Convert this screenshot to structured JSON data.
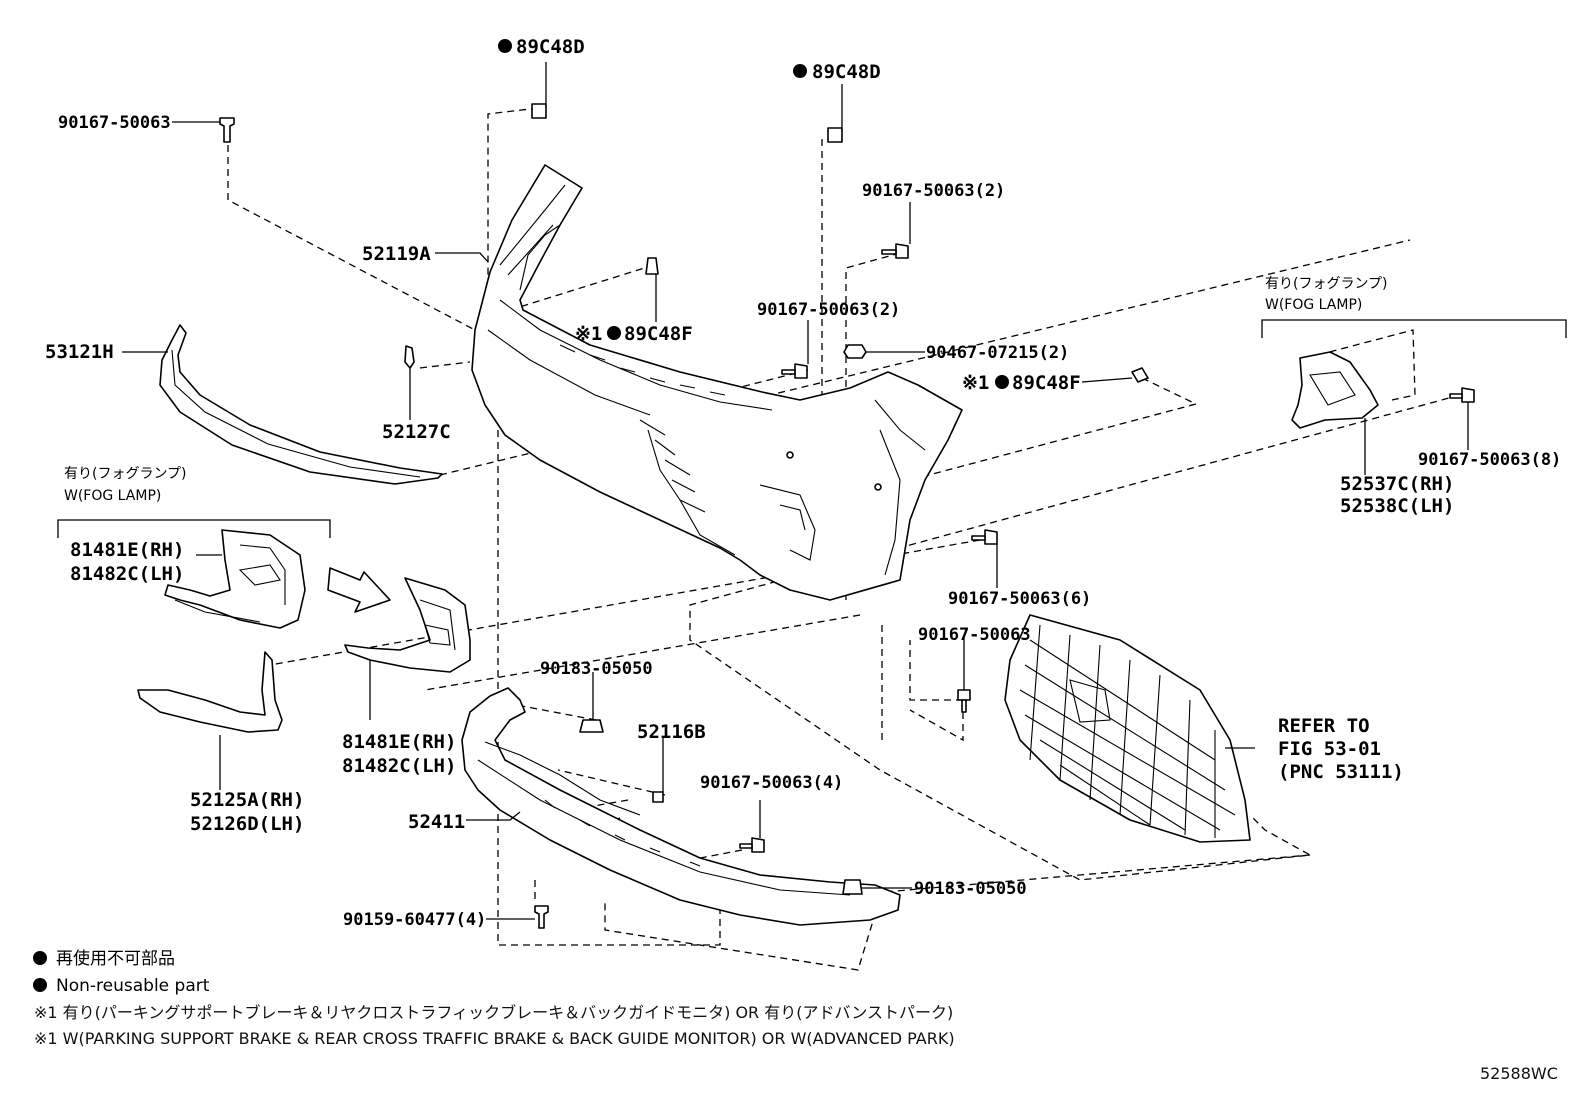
{
  "labels": {
    "clip_89c48d_top": "89C48D",
    "clip_89c48d_right": "89C48D",
    "bolt_90167_50063_tl": "90167-50063",
    "bolt_90167_50063_2a": "90167-50063(2)",
    "bolt_90167_50063_2b": "90167-50063(2)",
    "nut_90467_07215": "90467-07215(2)",
    "p52119a": "52119A",
    "p53121h": "53121H",
    "p52127c": "52127C",
    "clip_89c48f_mid": "89C48F",
    "clip_89c48f_right": "89C48F",
    "fog_group_left_jp": "有り(フォグランプ)",
    "fog_group_left_en": "W(FOG LAMP)",
    "fog_group_right_jp": "有り(フォグランプ)",
    "fog_group_right_en": "W(FOG LAMP)",
    "p81481e_a": "81481E(RH)",
    "p81482c_a": "81482C(LH)",
    "p81481e_b": "81481E(RH)",
    "p81482c_b": "81482C(LH)",
    "p52537c": "52537C(RH)",
    "p52538c": "52538C(LH)",
    "bolt_90167_50063_8": "90167-50063(8)",
    "bolt_90167_50063_6": "90167-50063(6)",
    "bolt_90167_50063_mid": "90167-50063",
    "bolt_90167_50063_4": "90167-50063(4)",
    "p90183_05050_a": "90183-05050",
    "p90183_05050_b": "90183-05050",
    "p52116b": "52116B",
    "p52125a": "52125A(RH)",
    "p52126d": "52126D(LH)",
    "p52411": "52411",
    "p90159_60477": "90159-60477(4)",
    "refer_1": "REFER TO",
    "refer_2": "FIG 53-01",
    "refer_3": "(PNC 53111)",
    "mark_note": "※1"
  },
  "legend": {
    "nonreusable_jp": "再使用不可部品",
    "nonreusable_en": "Non-reusable part",
    "note1_jp": "※1 有り(パーキングサポートブレーキ＆リヤクロストラフィックブレーキ＆バックガイドモニタ) OR 有り(アドバンストパーク)",
    "note1_en": "※1 W(PARKING SUPPORT BRAKE & REAR CROSS TRAFFIC BRAKE & BACK GUIDE MONITOR) OR W(ADVANCED PARK)"
  },
  "figure_code": "52588WC"
}
